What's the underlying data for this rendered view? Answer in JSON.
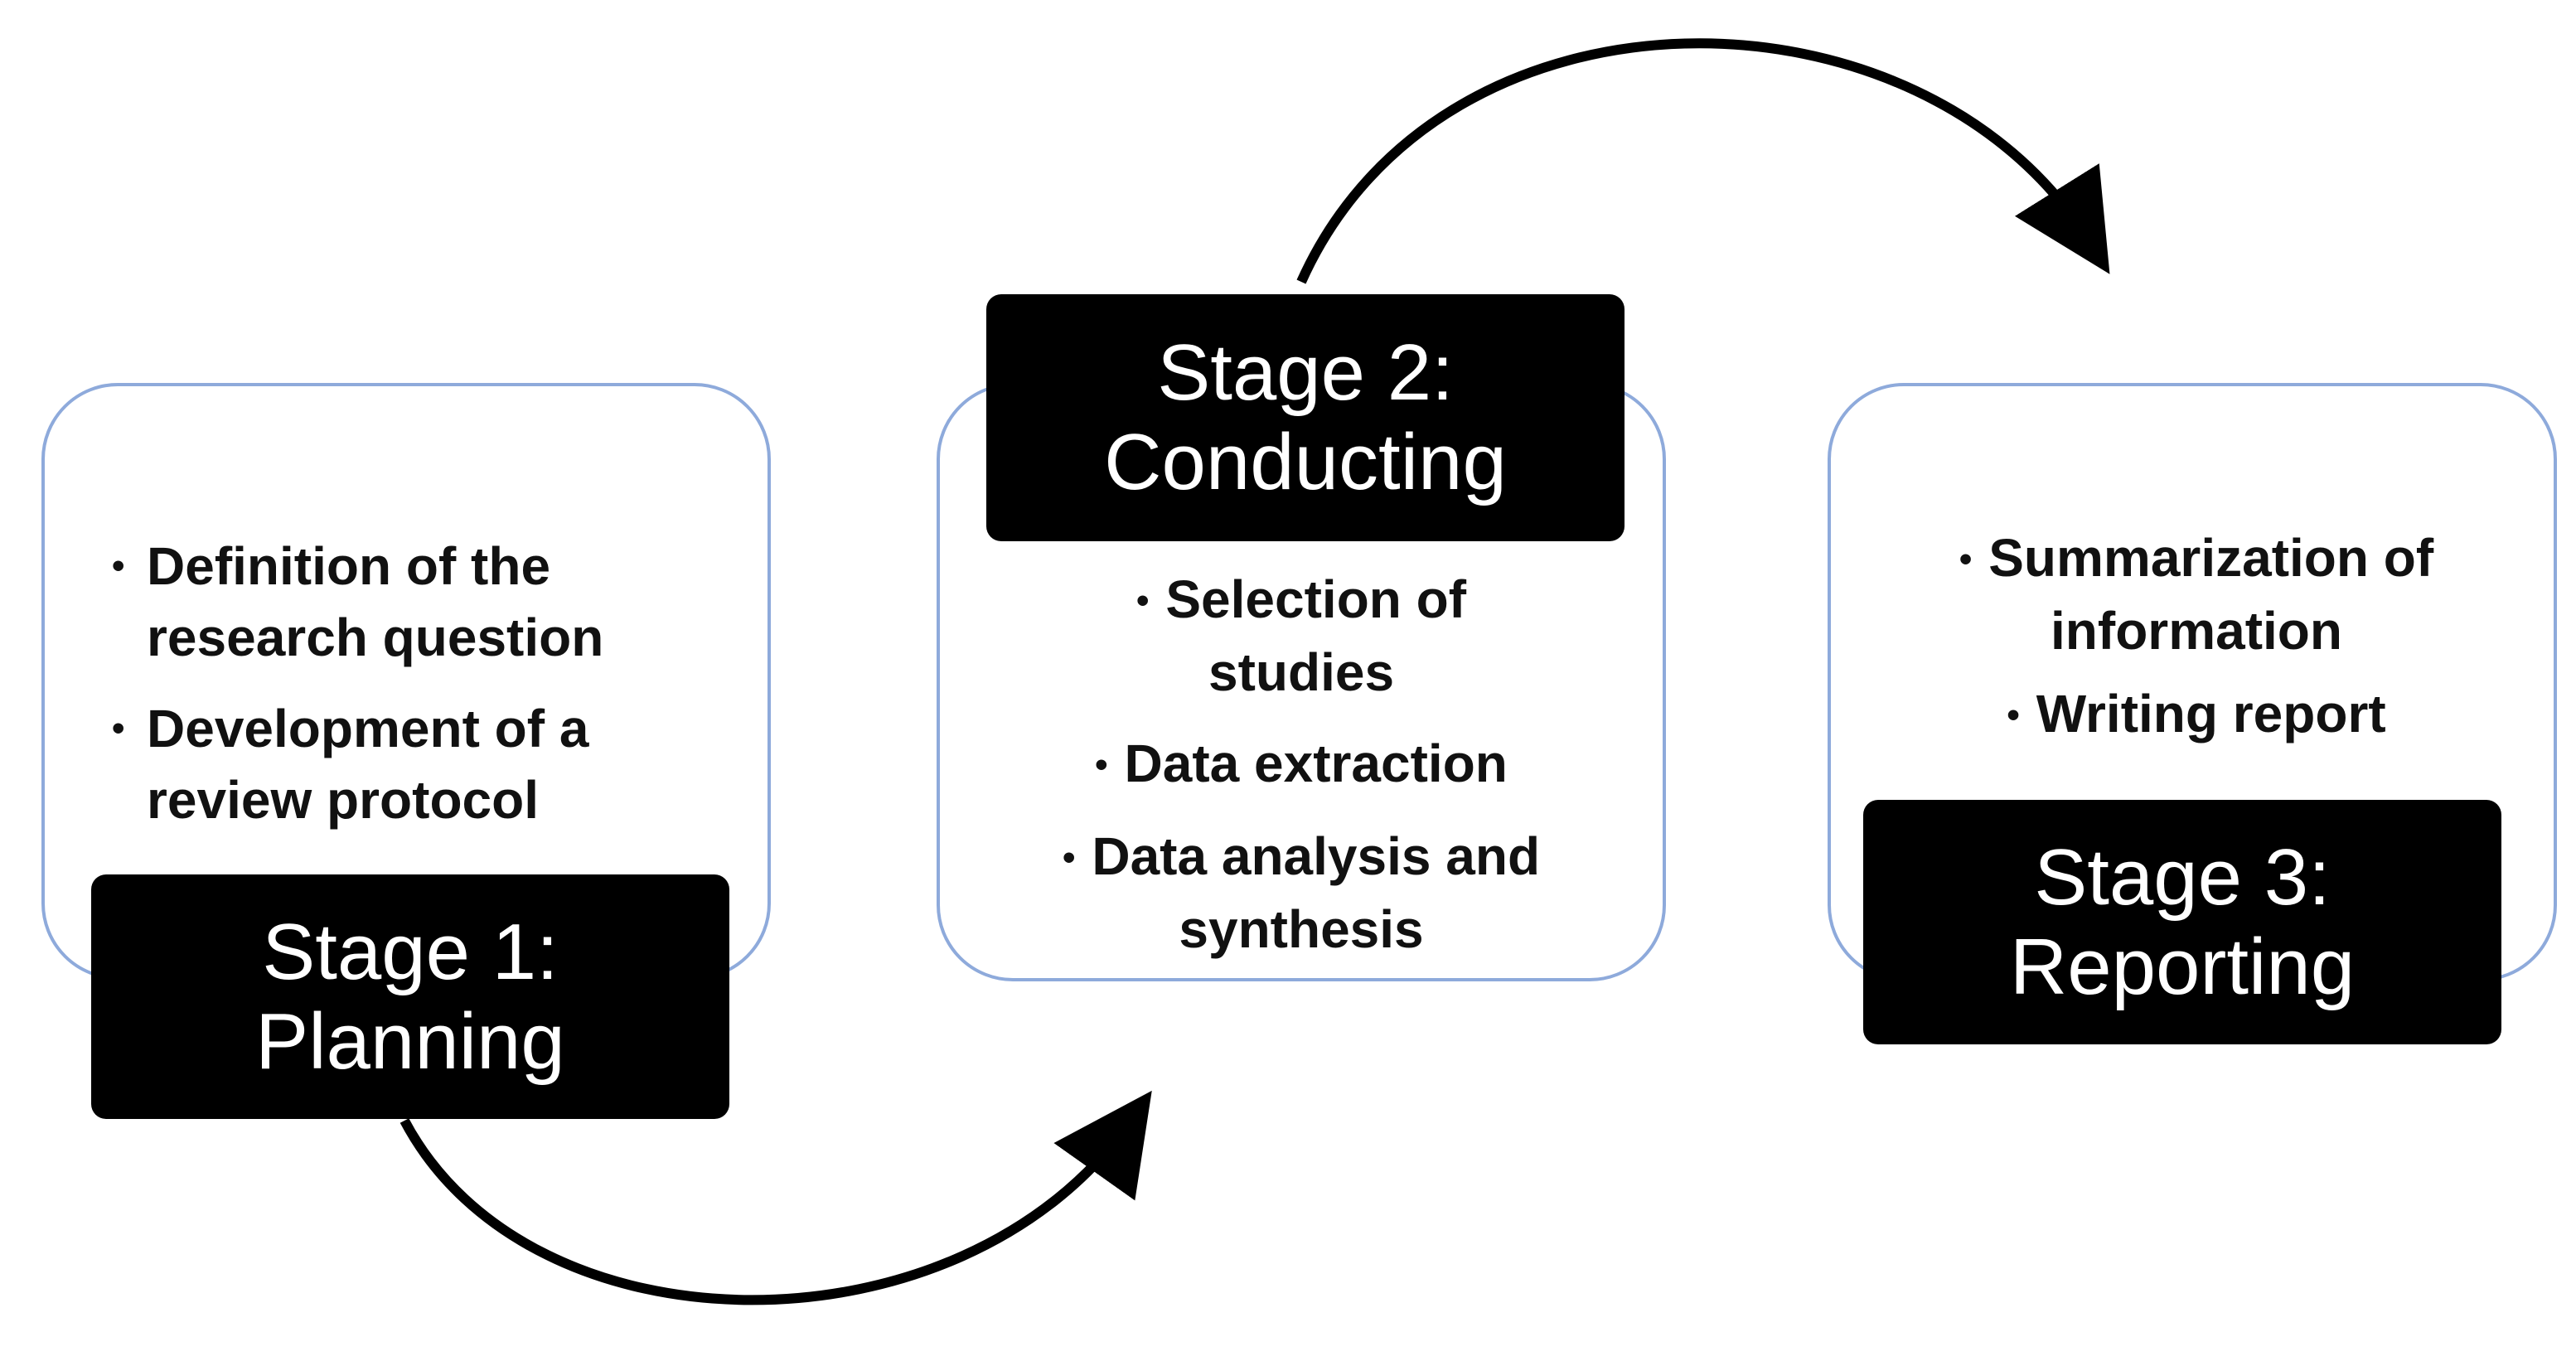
{
  "stages": [
    {
      "id": "stage1",
      "label_line1": "Stage 1:",
      "label_line2": "Planning",
      "items": [
        "Definition of the research question",
        "Development of a review protocol"
      ]
    },
    {
      "id": "stage2",
      "label_line1": "Stage 2:",
      "label_line2": "Conducting",
      "items": [
        "Selection of studies",
        "Data extraction",
        "Data analysis and synthesis"
      ]
    },
    {
      "id": "stage3",
      "label_line1": "Stage 3:",
      "label_line2": "Reporting",
      "items": [
        "Summarization of information",
        "Writing report"
      ]
    }
  ],
  "colors": {
    "panel_border": "#8eaadb",
    "label_fill": "#000000",
    "label_text": "#ffffff",
    "arrow": "#000000"
  }
}
